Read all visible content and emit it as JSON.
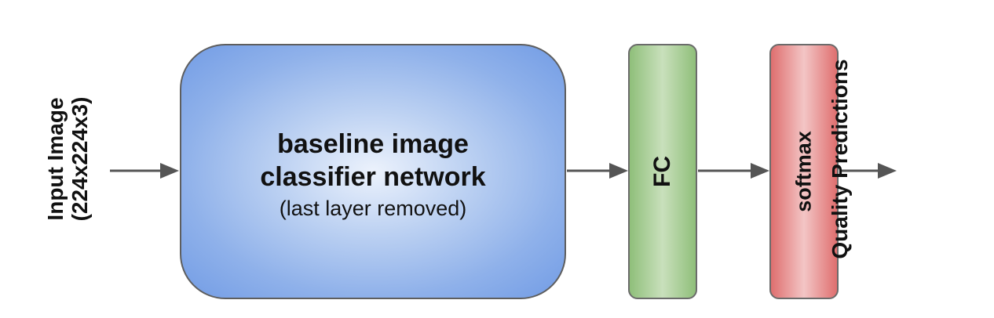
{
  "input": {
    "line1": "Input Image",
    "line2": "(224x224x3)"
  },
  "baseline": {
    "title_line1": "baseline image",
    "title_line2": "classifier network",
    "subtitle": "(last layer removed)"
  },
  "fc": {
    "label": "FC"
  },
  "softmax": {
    "label": "softmax"
  },
  "output": {
    "label": "Quality Predictions"
  },
  "colors": {
    "baseline_fill": "#8fb1ea",
    "fc_fill": "#a9cf96",
    "softmax_fill": "#e89a9a",
    "arrow": "#555555",
    "border": "#5e5e5e"
  }
}
